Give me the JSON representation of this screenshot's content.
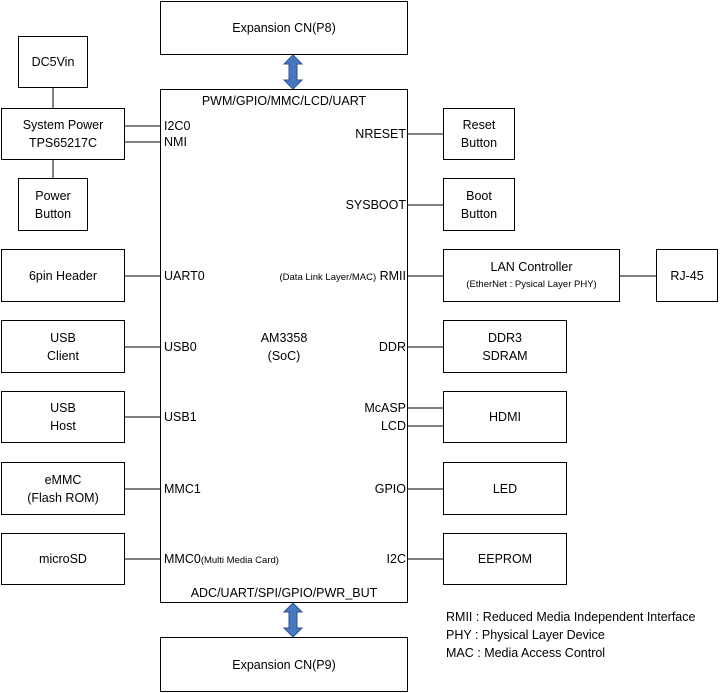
{
  "blocks": {
    "exp_top": "Expansion CN(P8)",
    "exp_bottom": "Expansion CN(P9)",
    "dc5vin": "DC5Vin",
    "sys_power_1": "System Power",
    "sys_power_2": "TPS65217C",
    "power_btn_1": "Power",
    "power_btn_2": "Button",
    "header6": "6pin Header",
    "usb_client_1": "USB",
    "usb_client_2": "Client",
    "usb_host_1": "USB",
    "usb_host_2": "Host",
    "emmc_1": "eMMC",
    "emmc_2": "(Flash ROM)",
    "microsd": "microSD",
    "reset_1": "Reset",
    "reset_2": "Button",
    "boot_1": "Boot",
    "boot_2": "Button",
    "lan_1": "LAN Controller",
    "lan_2": "(EtherNet : Pysical Layer PHY)",
    "rj45": "RJ-45",
    "ddr3_1": "DDR3",
    "ddr3_2": "SDRAM",
    "hdmi": "HDMI",
    "led": "LED",
    "eeprom": "EEPROM"
  },
  "soc": {
    "name": "AM3358",
    "sub": "(SoC)",
    "top_bus": "PWM/GPIO/MMC/LCD/UART",
    "bottom_bus": "ADC/UART/SPI/GPIO/PWR_BUT"
  },
  "pins": {
    "i2c0": "I2C0",
    "nmi": "NMI",
    "uart0": "UART0",
    "usb0": "USB0",
    "usb1": "USB1",
    "mmc1": "MMC1",
    "mmc0": "MMC0",
    "mmc0_note": "(Multi Media Card)",
    "nreset": "NRESET",
    "sysboot": "SYSBOOT",
    "rmii_note": "(Data Link Layer/MAC)",
    "rmii": "RMII",
    "ddr": "DDR",
    "mcasp": "McASP",
    "lcd": "LCD",
    "gpio": "GPIO",
    "i2c": "I2C"
  },
  "legend": [
    "RMII : Reduced Media Independent Interface",
    "PHY : Physical Layer Device",
    "MAC : Media Access Control"
  ],
  "colors": {
    "arrow_fill": "#4a78c0",
    "arrow_stroke": "#2f528f"
  }
}
